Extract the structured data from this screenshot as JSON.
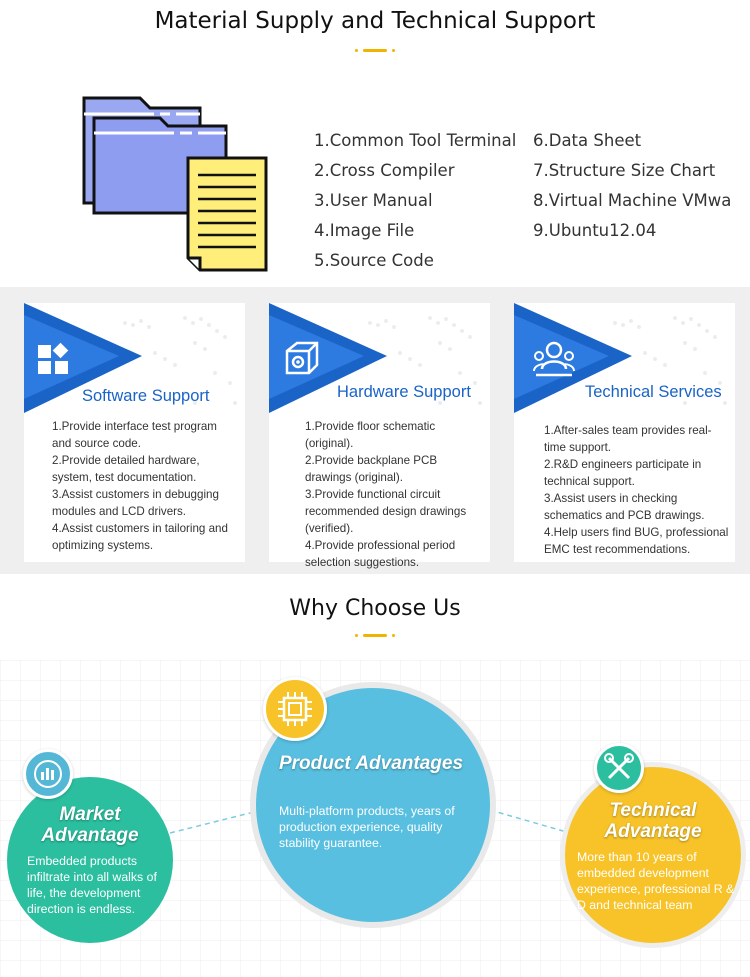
{
  "material_section": {
    "title": "Material Supply and Technical Support",
    "items_left": [
      "1.Common Tool Terminal",
      "2.Cross Compiler",
      "3.User Manual",
      "4.Image File",
      "5.Source Code"
    ],
    "items_right": [
      "6.Data Sheet",
      "7.Structure Size Chart",
      "8.Virtual Machine VMwa",
      "9.Ubuntu12.04"
    ],
    "icon": "folder-document-icon"
  },
  "support_cards": [
    {
      "title": "Software Support",
      "icon": "app-grid-icon",
      "lines": [
        "1.Provide interface test program and source code.",
        "2.Provide detailed hardware, system, test documentation.",
        "3.Assist customers in debugging modules and LCD drivers.",
        "4.Assist customers in tailoring and optimizing systems."
      ]
    },
    {
      "title": "Hardware Support",
      "icon": "hardware-gear-icon",
      "lines": [
        "1.Provide floor schematic (original).",
        "2.Provide backplane PCB drawings (original).",
        "3.Provide functional circuit recommended design drawings (verified).",
        "4.Provide professional period selection suggestions."
      ]
    },
    {
      "title": "Technical Services",
      "icon": "team-people-icon",
      "lines": [
        "1.After-sales team provides real-time support.",
        "2.R&D engineers participate in technical support.",
        "3.Assist users in checking schematics and PCB drawings.",
        "4.Help users find BUG, professional EMC test recommendations."
      ]
    }
  ],
  "why_section": {
    "title": "Why Choose Us",
    "market": {
      "title_line1": "Market",
      "title_line2": "Advantage",
      "body": "Embedded products infiltrate into all walks of life, the development direction is endless.",
      "icon": "building-chart-icon"
    },
    "product": {
      "title": "Product Advantages",
      "body": "Multi-platform products, years of production experience, quality stability guarantee.",
      "icon": "chip-icon"
    },
    "technical": {
      "title_line1": "Technical",
      "title_line2": "Advantage",
      "body": "More than 10 years of embedded development experience, professional R & D and technical team",
      "icon": "tools-wrench-icon"
    }
  },
  "colors": {
    "accent_yellow": "#f0b400",
    "card_blue": "#1a63c7",
    "teal": "#2bbfa0",
    "sky": "#58bfe0",
    "gold": "#f7c329"
  }
}
